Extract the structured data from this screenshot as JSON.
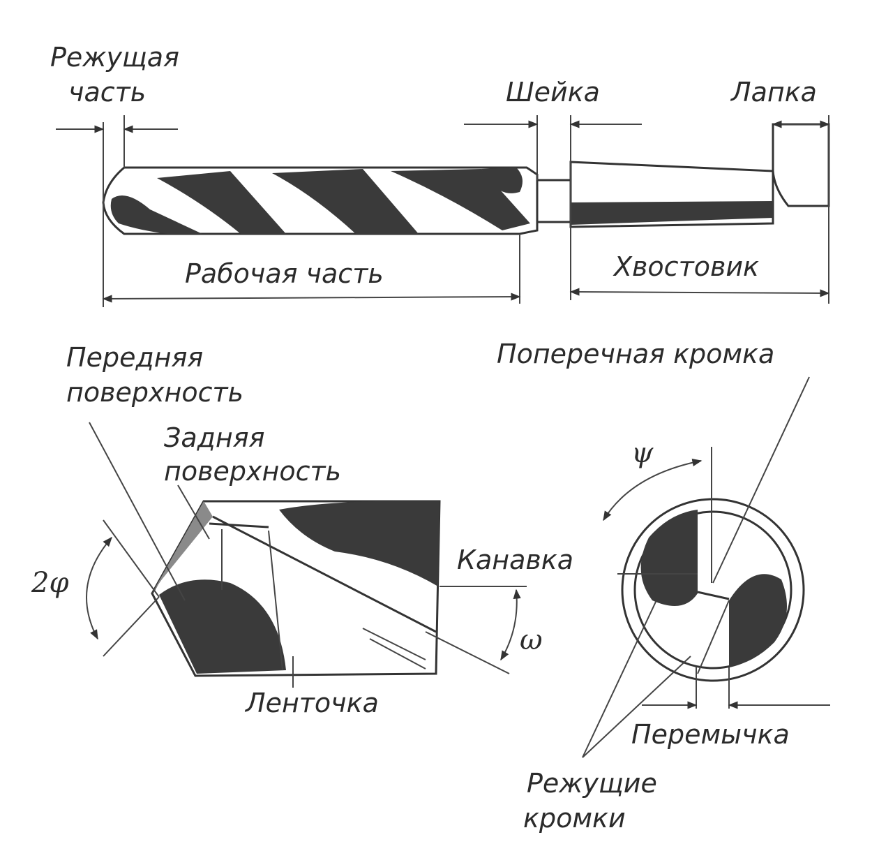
{
  "labels": {
    "cutting_part": [
      "Режущая",
      "часть"
    ],
    "neck": "Шейка",
    "tang": "Лапка",
    "working_part": "Рабочая часть",
    "shank": "Хвостовик",
    "rake_face": [
      "Передняя",
      "поверхность"
    ],
    "flank_face": [
      "Задняя",
      "поверхность"
    ],
    "chisel_edge": "Поперечная кромка",
    "groove": "Канавка",
    "margin": "Ленточка",
    "web": "Перемычка",
    "cutting_edges": [
      "Режущие",
      "кромки"
    ]
  },
  "symbols": {
    "point_angle": "2φ",
    "helix_angle": "ω",
    "chisel_angle": "ψ"
  }
}
